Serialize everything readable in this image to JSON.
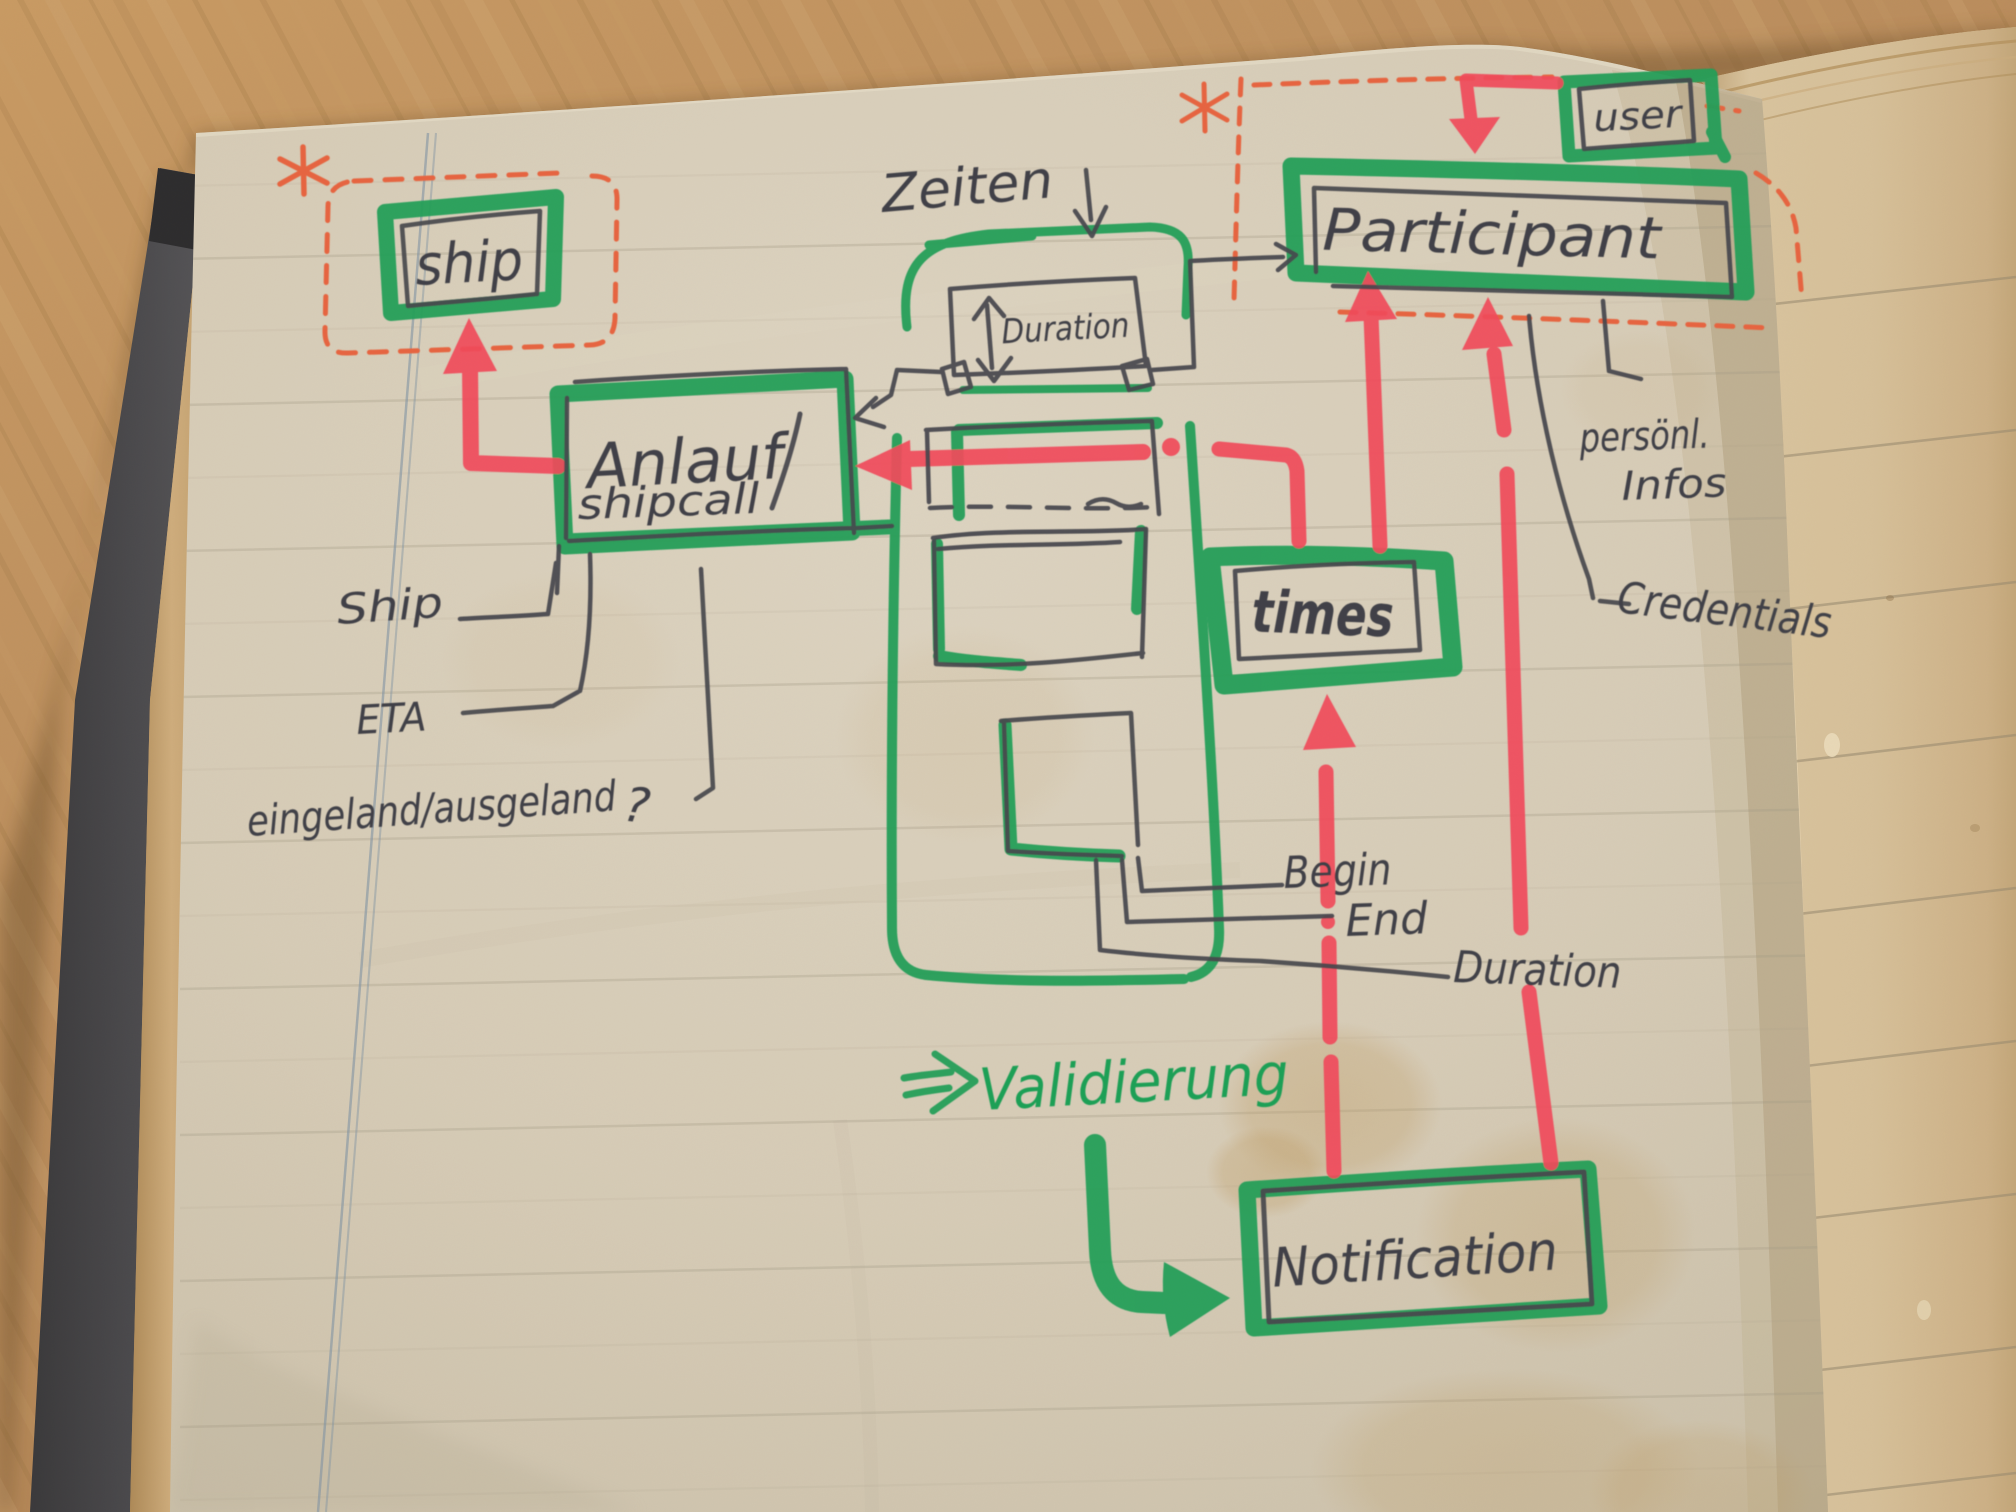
{
  "scene": {
    "description": "Photo of a hand-drawn entity/data-model sketch on a ruled notebook page lying on a wooden table",
    "medium": "black pen, green marker, red marker and orange dashed pen on paper"
  },
  "colors": {
    "green_marker": "#1ca05a",
    "red_marker": "#f3475b",
    "orange_pen": "#e8643f",
    "black_pen": "#42444d",
    "paper": "#d8d0bf",
    "wood": "#bb9161",
    "cover": "#46474b"
  },
  "diagram": {
    "entities": {
      "ship": {
        "label": "ship"
      },
      "shipcall": {
        "label_top": "Anlauf",
        "label_bottom": "shipcall"
      },
      "duration_box": {
        "label": "Duration"
      },
      "user": {
        "label": "user"
      },
      "participant": {
        "label": "Participant"
      },
      "times": {
        "label": "times"
      },
      "notification": {
        "label": "Notification"
      }
    },
    "annotations": {
      "zeiten": "Zeiten",
      "validierung": "Validierung",
      "asterisk_left": "*",
      "asterisk_right": "*"
    },
    "attribute_labels": {
      "ship_attr": "Ship",
      "eta": "ETA",
      "eingeland": "eingeland/ausgeland",
      "question_mark": "?",
      "begin": "Begin",
      "end": "End",
      "duration": "Duration",
      "personal_infos_line1": "persönl.",
      "personal_infos_line2": "Infos",
      "credentials": "Credentials"
    }
  }
}
